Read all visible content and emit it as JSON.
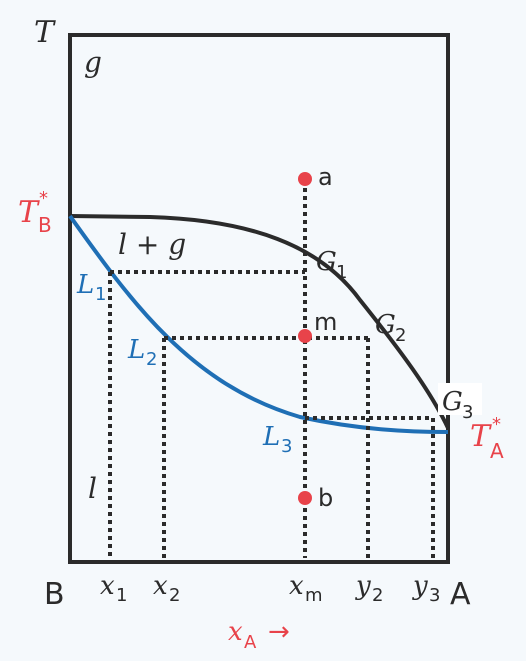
{
  "labels": {
    "axis_T": "T",
    "region_g": "g",
    "region_lg": "l + g",
    "region_l": "l",
    "TB_base": "T",
    "TB_sup": "*",
    "TB_sub": "B",
    "TA_base": "T",
    "TA_sup": "*",
    "TA_sub": "A",
    "point_a": "a",
    "point_m": "m",
    "point_b": "b",
    "L1_base": "L",
    "L1_sub": "1",
    "L2_base": "L",
    "L2_sub": "2",
    "L3_base": "L",
    "L3_sub": "3",
    "G1_base": "G",
    "G1_sub": "1",
    "G2_base": "G",
    "G2_sub": "2",
    "G3_base": "G",
    "G3_sub": "3",
    "corner_B": "B",
    "corner_A": "A",
    "x1_base": "x",
    "x1_sub": "1",
    "x2_base": "x",
    "x2_sub": "2",
    "xm_base": "x",
    "xm_sub": "m",
    "y2_base": "y",
    "y2_sub": "2",
    "y3_base": "y",
    "y3_sub": "3",
    "xA_base": "x",
    "xA_sub": "A",
    "xA_arrow": "→"
  },
  "colors": {
    "background": "#f5f9fc",
    "frame": "#2b2b2b",
    "liquidus": "#1f6fb5",
    "vapor_curve": "#2b2b2b",
    "red_label": "#e8434a",
    "blue_label": "#1f6fb5",
    "point": "#e8434a"
  }
}
